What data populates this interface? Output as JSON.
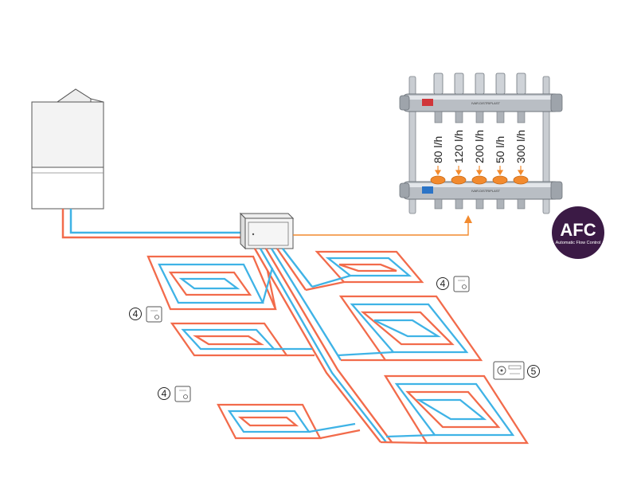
{
  "colors": {
    "supply": "#f26b4b",
    "return": "#3fb3e6",
    "accent_orange": "#f28a2e",
    "badge_purple": "#3b1a45",
    "metal": "#b9bec4"
  },
  "manifold": {
    "brand_top": "IVAR.DISTRIPLAST",
    "brand_bottom": "IVAR.DISTRIPLAST",
    "flow_rates": [
      "80 l/h",
      "120 l/h",
      "200 l/h",
      "50 l/h",
      "300 l/h"
    ]
  },
  "badge": {
    "title": "AFC",
    "subtitle": "Automatic Flow Control"
  },
  "markers": {
    "thermostat_number": "4",
    "controller_number": "5"
  },
  "icons": [
    "boiler-icon",
    "control-box-icon",
    "manifold-icon",
    "thermostat-icon",
    "controller-icon"
  ]
}
